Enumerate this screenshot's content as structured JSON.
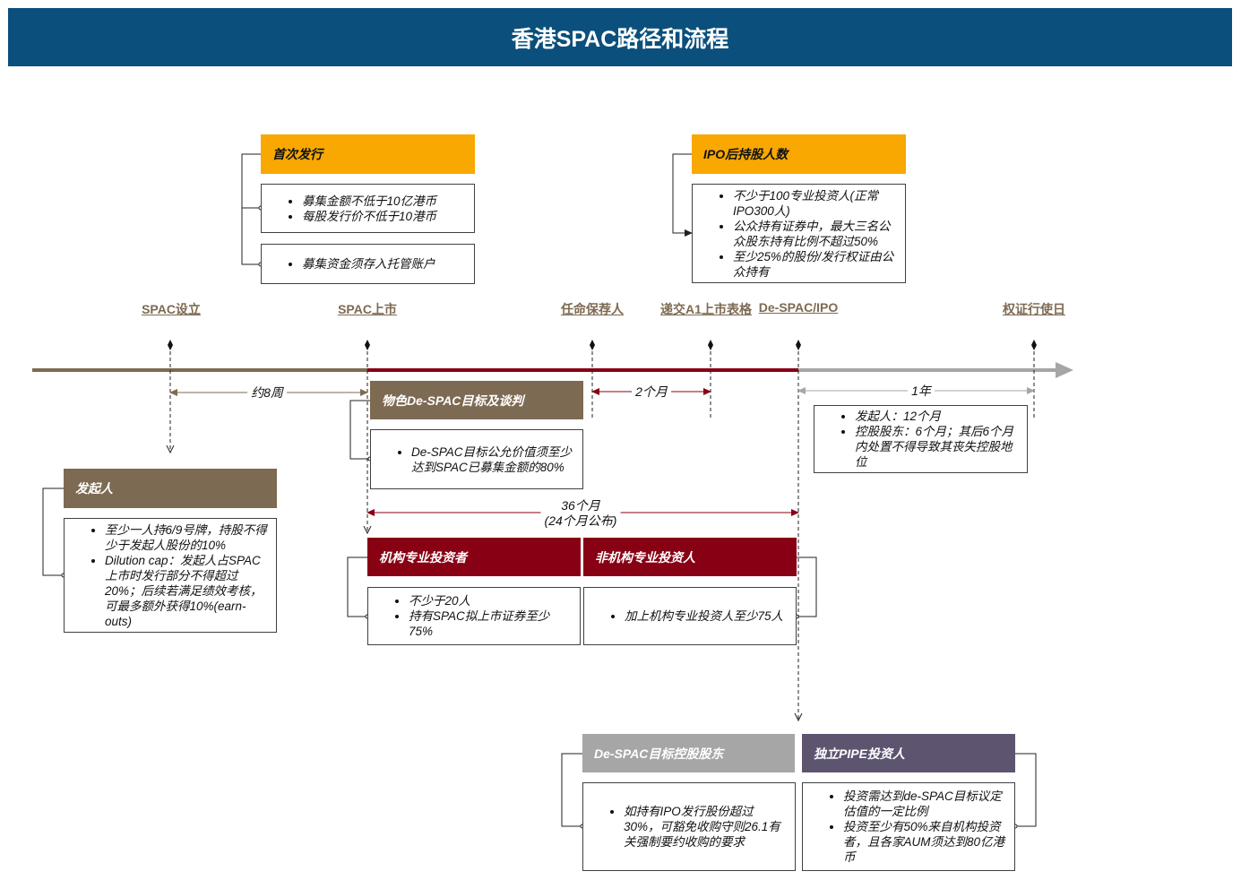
{
  "title": "香港SPAC路径和流程",
  "milestones": {
    "spac_setup": "SPAC设立",
    "spac_listing": "SPAC上市",
    "sponsor_appointment": "任命保荐人",
    "a1_submission": "递交A1上市表格",
    "de_spac_ipo": "De-SPAC/IPO",
    "warrant_exercise": "权证行使日"
  },
  "durations": {
    "approx_8_weeks": "约8周",
    "two_months": "2个月",
    "one_year": "1年",
    "thirty_six_months": "36个月",
    "thirty_six_months_note": "(24个月公布)"
  },
  "initial_offering": {
    "title": "首次发行",
    "group1": [
      "募集金额不低于10亿港币",
      "每股发行价不低于10港币"
    ],
    "group2": [
      "募集资金须存入托管账户"
    ]
  },
  "post_ipo_holders": {
    "title": "IPO后持股人数",
    "items": [
      "不少于100专业投资人(正常IPO300人)",
      "公众持有证券中，最大三名公众股东持有比例不超过50%",
      "至少25%的股份/发行权证由公众持有"
    ]
  },
  "target_search": {
    "title": "物色De-SPAC目标及谈判",
    "items": [
      "De-SPAC目标公允价值须至少达到SPAC已募集金额的80%"
    ]
  },
  "lockup": {
    "items": [
      "发起人：12个月",
      "控股股东：6个月；其后6个月内处置不得导致其丧失控股地位"
    ]
  },
  "promoter": {
    "title": "发起人",
    "items": [
      "至少一人持6/9号牌，持股不得少于发起人股份的10%",
      "Dilution cap：发起人占SPAC上市时发行部分不得超过20%；后续若满足绩效考核，可最多额外获得10%(earn-outs)"
    ]
  },
  "institutional_investors": {
    "title": "机构专业投资者",
    "items": [
      "不少于20人",
      "持有SPAC拟上市证券至少75%"
    ]
  },
  "non_institutional_investors": {
    "title": "非机构专业投资人",
    "items": [
      "加上机构专业投资人至少75人"
    ]
  },
  "target_controlling_shareholder": {
    "title": "De-SPAC目标控股股东",
    "items": [
      "如持有IPO发行股份超过30%，可豁免收购守则26.1有关强制要约收购的要求"
    ]
  },
  "pipe_investors": {
    "title": "独立PIPE投资人",
    "items": [
      "投资需达到de-SPAC目标议定估值的一定比例",
      "投资至少有50%来自机构投资者，且各家AUM须达到80亿港币"
    ]
  },
  "colors": {
    "header_blue": "#0b4f7c",
    "gold": "#f8a800",
    "brown": "#7d6a52",
    "dark_red": "#880014",
    "grey": "#a6a6a6",
    "purple": "#5d5470"
  }
}
